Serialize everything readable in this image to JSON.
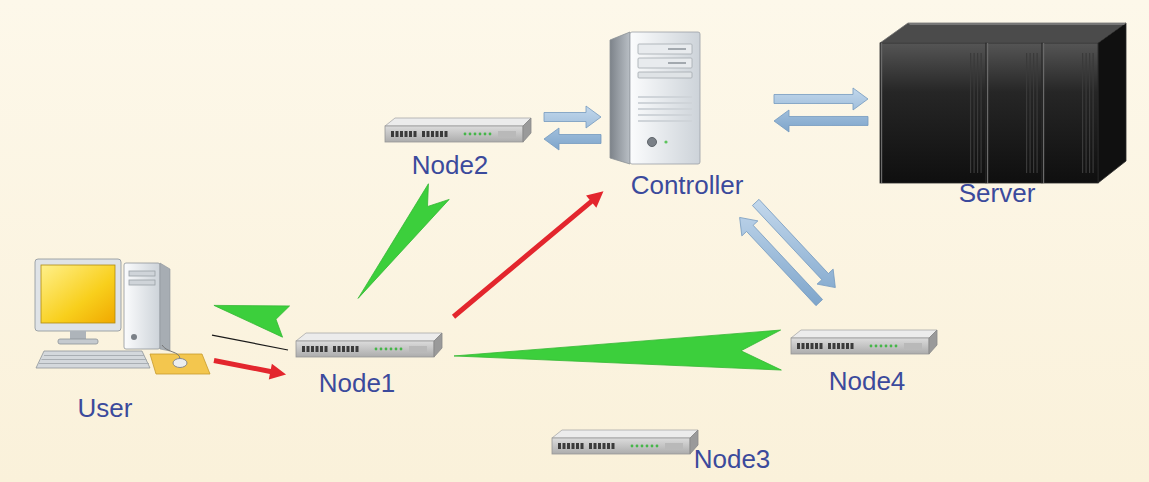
{
  "diagram": {
    "nodes": [
      {
        "text": [
          "Node2"
        ]
      },
      {
        "text": [
          "Controller"
        ]
      },
      {
        "text": [
          "Server"
        ]
      },
      {
        "text": [
          "User"
        ]
      },
      {
        "text": [
          "Node1"
        ]
      },
      {
        "text": [
          "Node4"
        ]
      },
      {
        "text": [
          "Node3"
        ]
      }
    ],
    "edges": [
      {
        "from": 3,
        "to": 4,
        "arrow": "to"
      },
      {
        "from": 4,
        "to": 1,
        "arrow": "to"
      },
      {
        "from": 0,
        "to": 4,
        "arrow": "to"
      },
      {
        "from": 4,
        "to": 3,
        "arrow": "to"
      },
      {
        "from": 5,
        "to": 4,
        "arrow": "to"
      },
      {
        "from": 0,
        "to": 1,
        "arrow": "both"
      },
      {
        "from": 1,
        "to": 2,
        "arrow": "both"
      },
      {
        "from": 1,
        "to": 5,
        "arrow": "both"
      },
      {
        "from": 3,
        "to": 4,
        "arrow": "none"
      }
    ]
  }
}
